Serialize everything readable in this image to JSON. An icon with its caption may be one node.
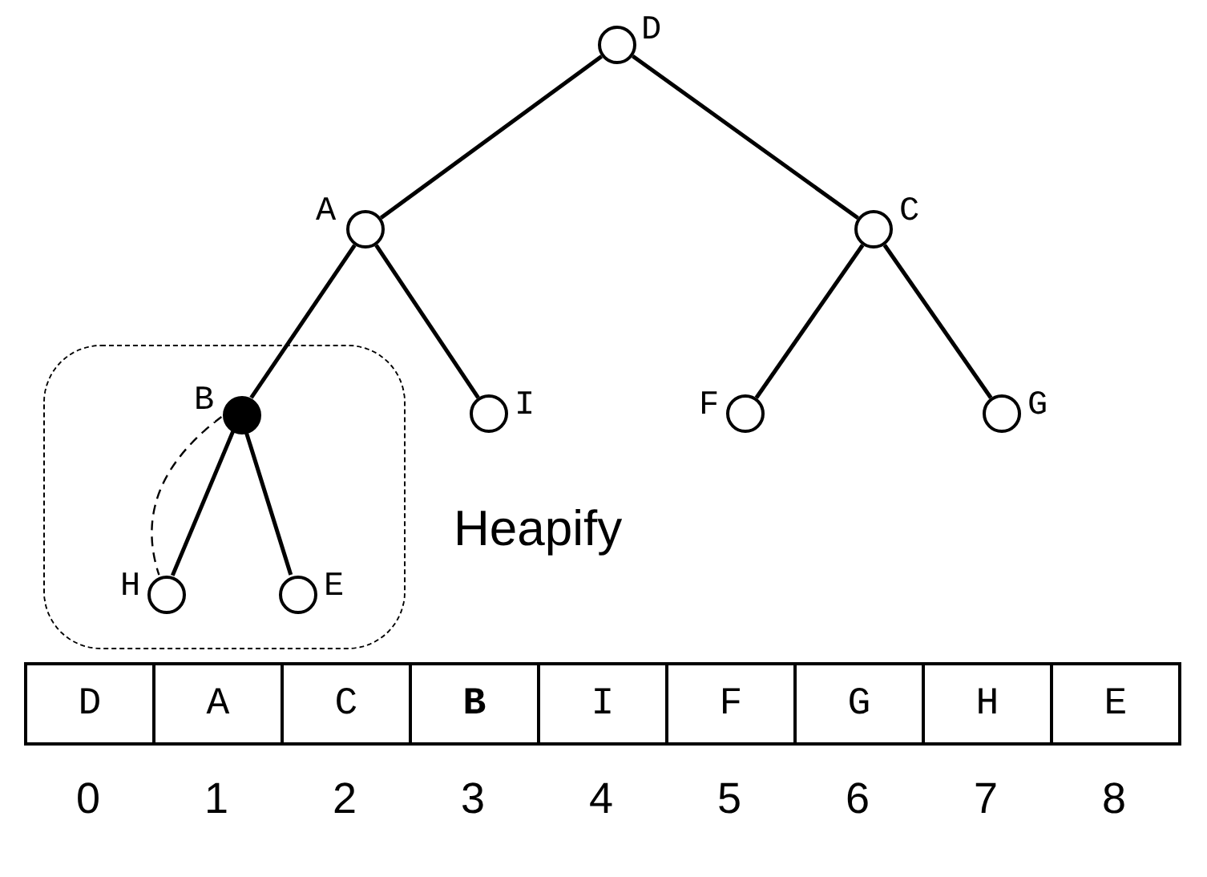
{
  "diagram": {
    "nodes": [
      {
        "text": [],
        "shape": "circle",
        "beside": [
          "D"
        ]
      },
      {
        "text": [],
        "shape": "circle",
        "beside": [
          "A"
        ]
      },
      {
        "text": [],
        "shape": "circle",
        "beside": [
          "C"
        ]
      },
      {
        "text": [],
        "shape": "box"
      },
      {
        "text": [],
        "shape": "circle",
        "beside": [
          "B"
        ],
        "in": 3
      },
      {
        "text": [],
        "shape": "circle",
        "beside": [
          "I"
        ]
      },
      {
        "text": [],
        "shape": "circle",
        "beside": [
          "F"
        ]
      },
      {
        "text": [],
        "shape": "circle",
        "beside": [
          "G"
        ]
      },
      {
        "text": [],
        "shape": "circle",
        "beside": [
          "H"
        ],
        "in": 3
      },
      {
        "text": [],
        "shape": "circle",
        "beside": [
          "E"
        ],
        "in": 3
      }
    ],
    "edges": [
      {
        "from": 0,
        "to": 1,
        "arrow": "none"
      },
      {
        "from": 0,
        "to": 2,
        "arrow": "none"
      },
      {
        "from": 1,
        "to": 4,
        "arrow": "none"
      },
      {
        "from": 1,
        "to": 5,
        "arrow": "none"
      },
      {
        "from": 2,
        "to": 6,
        "arrow": "none"
      },
      {
        "from": 2,
        "to": 7,
        "arrow": "none"
      },
      {
        "from": 4,
        "to": 8,
        "arrow": "none"
      },
      {
        "from": 4,
        "to": 9,
        "arrow": "none"
      },
      {
        "from": 4,
        "to": 8,
        "arrow": "none",
        "style": "dashed"
      }
    ],
    "labels": [
      "Heapify",
      "D",
      "A",
      "C",
      "B",
      "I",
      "F",
      "G",
      "H",
      "E",
      "0",
      "1",
      "2",
      "3",
      "4",
      "5",
      "6",
      "7",
      "8"
    ]
  }
}
